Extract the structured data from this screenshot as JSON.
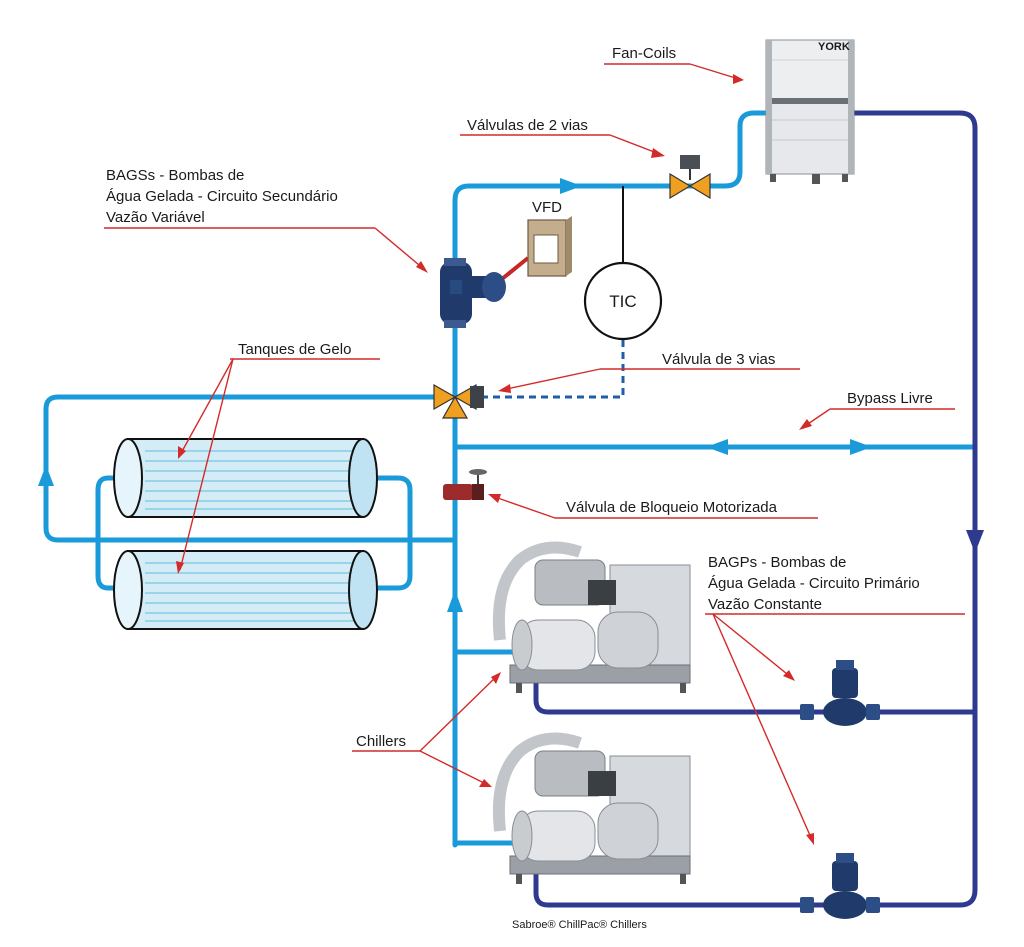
{
  "labels": {
    "fan_coils": "Fan-Coils",
    "valvulas_2_vias": "Válvulas de 2 vias",
    "bagss_line1": "BAGSs - Bombas de",
    "bagss_line2": "Água Gelada - Circuito Secundário",
    "bagss_line3": "Vazão Variável",
    "vfd": "VFD",
    "tic": "TIC",
    "tanques_de_gelo": "Tanques de Gelo",
    "valvula_3_vias": "Válvula de 3 vias",
    "bypass_livre": "Bypass Livre",
    "valvula_bloqueio": "Válvula de Bloqueio Motorizada",
    "bagps_line1": "BAGPs - Bombas de",
    "bagps_line2": "Água Gelada - Circuito Primário",
    "bagps_line3": "Vazão Constante",
    "chillers": "Chillers",
    "caption": "Sabroe® ChillPac® Chillers",
    "york_brand": "YORK"
  },
  "colors": {
    "pipe_light": "#1a9ad9",
    "pipe_dark": "#2e3a8f",
    "leader_red": "#d42a2a",
    "valve_orange": "#f0a020"
  }
}
